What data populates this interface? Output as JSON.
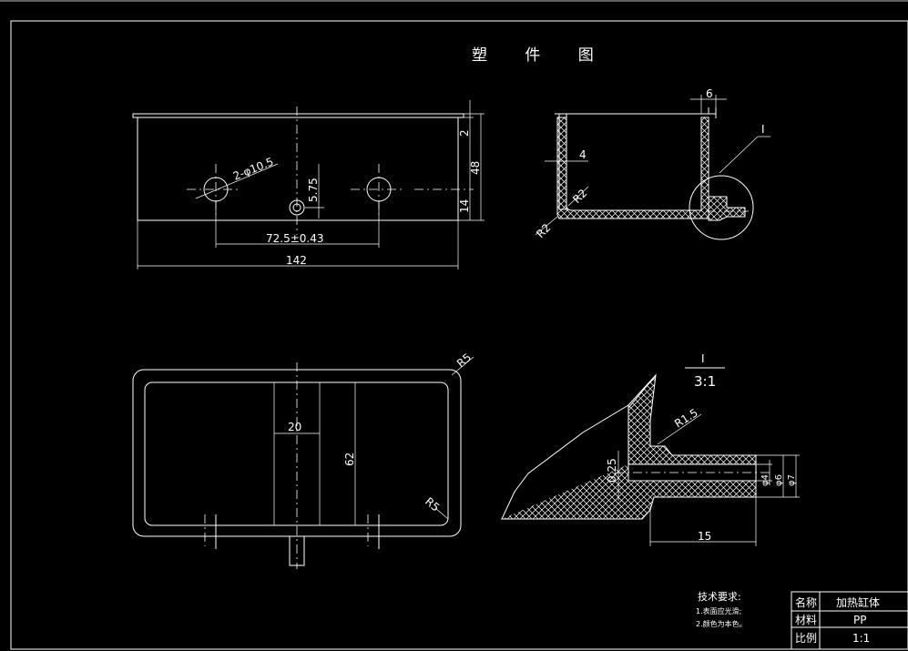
{
  "title": "塑 件 图",
  "dims_front": {
    "hole": "2-φ10.5",
    "height_small": "5.75",
    "spacing": "72.5±0.43",
    "length": "142",
    "right_top": "2",
    "right_total": "48",
    "right_bottom": "14"
  },
  "dims_section": {
    "top_width": "6",
    "wall": "4",
    "r_inner": "R2",
    "r_outer": "R2",
    "detail_mark": "I"
  },
  "dims_top": {
    "r_top": "R5",
    "r_bottom": "R5",
    "width": "20",
    "height": "62"
  },
  "dims_detail": {
    "label": "I",
    "scale": "3:1",
    "radius": "R1.5",
    "thickness": "0.25",
    "d1": "φ4",
    "d2": "φ6",
    "d3": "φ7",
    "length": "15"
  },
  "notes": {
    "heading": "技术要求:",
    "item1": "1.表面应光滑;",
    "item2": "2.颜色为本色。"
  },
  "title_block": {
    "name_label": "名称",
    "name_value": "加热缸体",
    "material_label": "材料",
    "material_value": "PP",
    "scale_label": "比例",
    "scale_value": "1:1"
  }
}
